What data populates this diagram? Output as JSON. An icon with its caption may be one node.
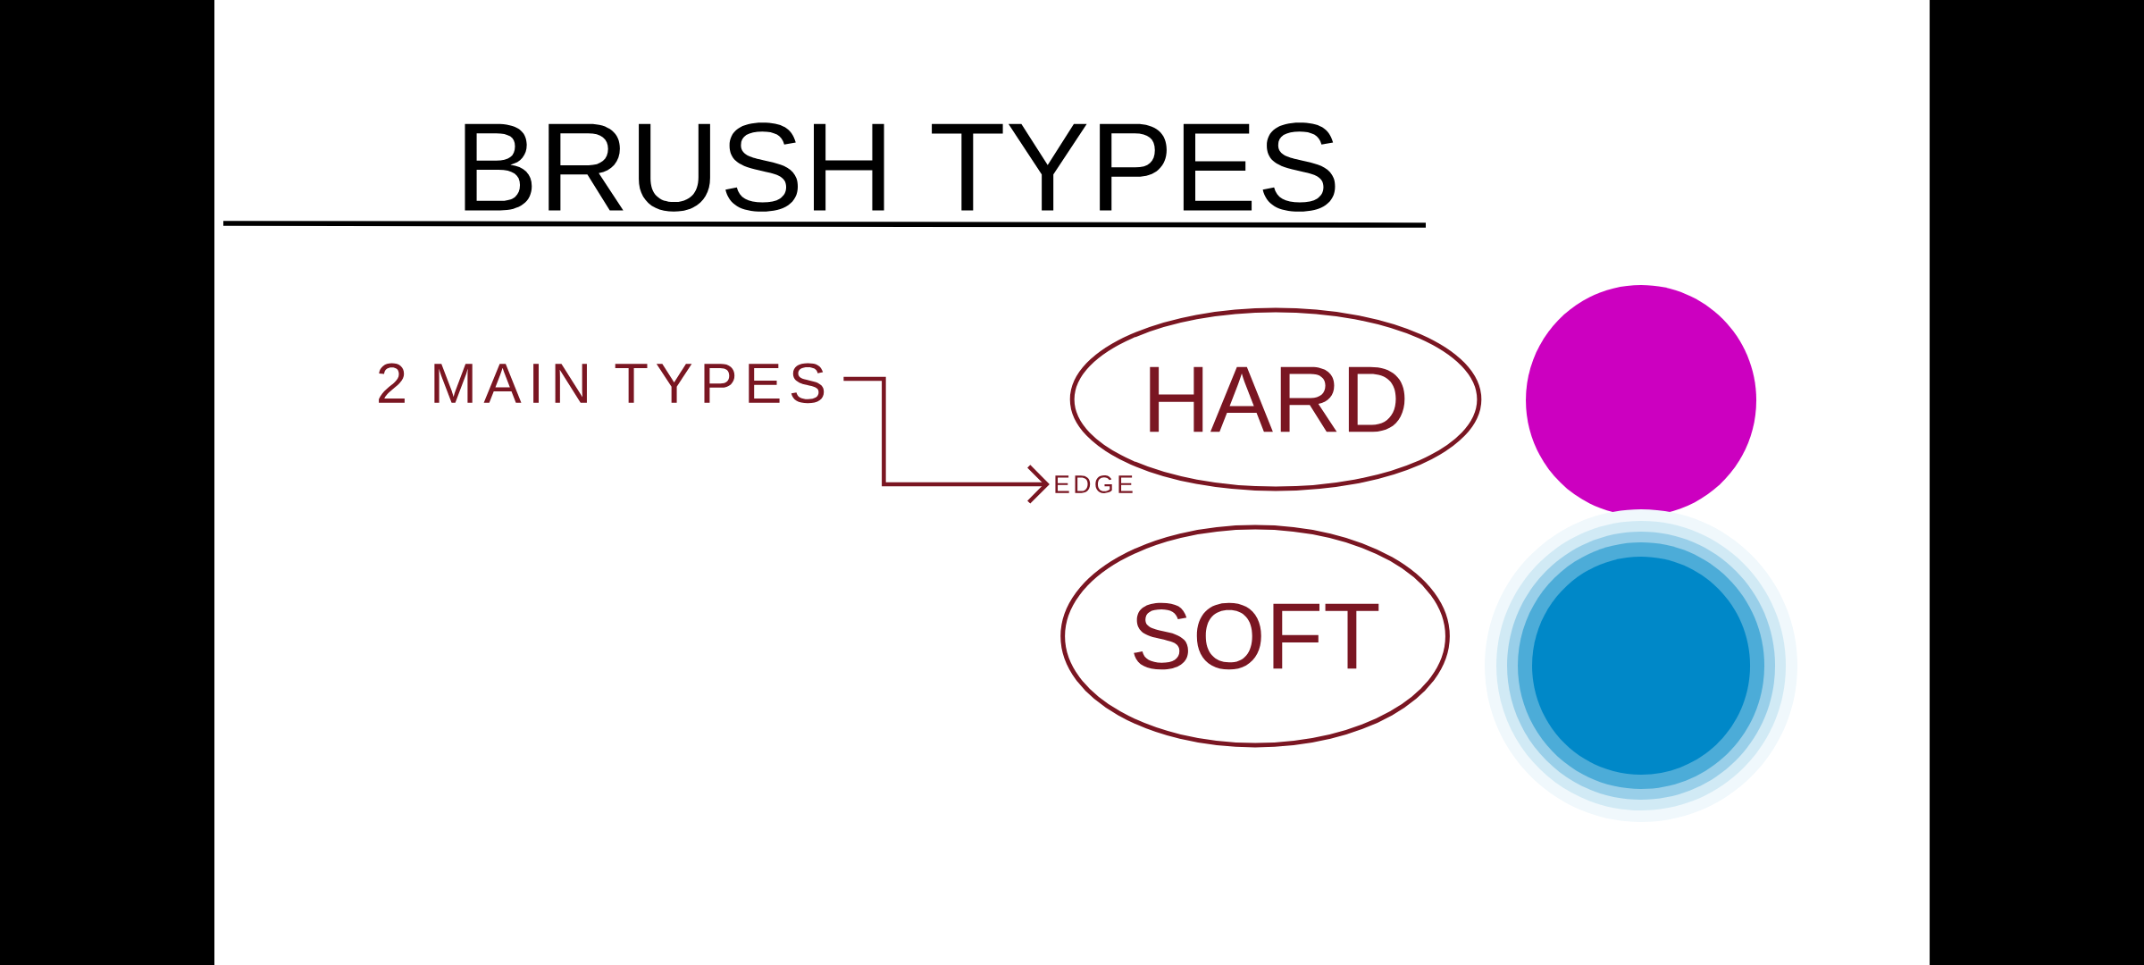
{
  "diagram": {
    "title": "BRUSH TYPES",
    "nodes": [
      {
        "text": [
          "2 MAIN TYPES"
        ]
      },
      {
        "text": [
          "EDGE"
        ]
      },
      {
        "text": [
          "HARD"
        ]
      },
      {
        "text": [
          "SOFT"
        ]
      }
    ],
    "edges": [
      {
        "from": 0,
        "to": 1,
        "arrow": "to"
      }
    ]
  }
}
